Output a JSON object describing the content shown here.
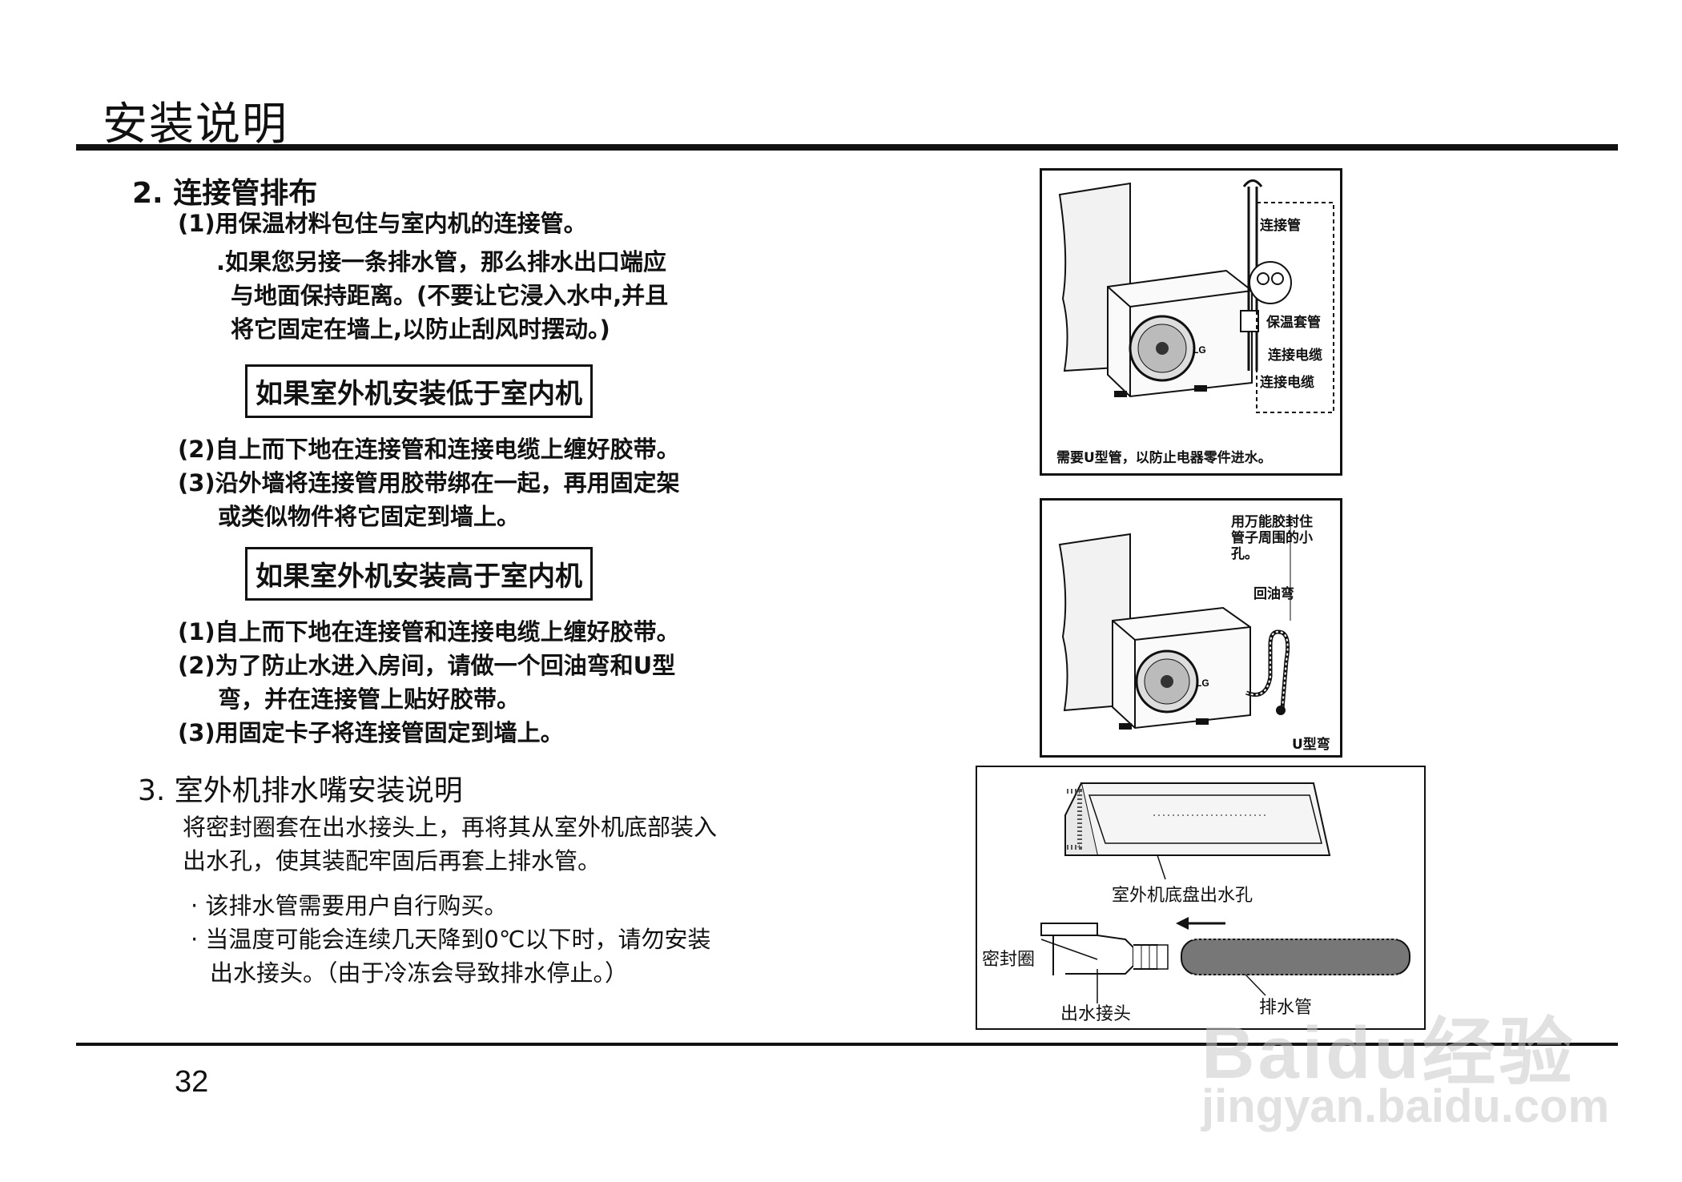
{
  "header": {
    "title": "安装说明"
  },
  "section2": {
    "heading": "2. 连接管排布",
    "item1": "(1)用保温材料包住与室内机的连接管。",
    "note_lines": [
      ".如果您另接一条排水管，那么排水出口端应",
      "与地面保持距离。(不要让它浸入水中,并且",
      "将它固定在墙上,以防止刮风时摆动。)"
    ],
    "box_low": "如果室外机安装低于室内机",
    "low_items": [
      "(2)自上而下地在连接管和连接电缆上缠好胶带。",
      "(3)沿外墙将连接管用胶带绑在一起，再用固定架",
      "或类似物件将它固定到墙上。"
    ],
    "box_high": "如果室外机安装高于室内机",
    "high_items": [
      "(1)自上而下地在连接管和连接电缆上缠好胶带。",
      "(2)为了防止水进入房间，请做一个回油弯和U型",
      "弯，并在连接管上贴好胶带。",
      "(3)用固定卡子将连接管固定到墙上。"
    ]
  },
  "section3": {
    "heading": "3.  室外机排水嘴安装说明",
    "body_lines": [
      "将密封圈套在出水接头上，再将其从室外机底部装入",
      "出水孔，使其装配牢固后再套上排水管。"
    ],
    "bullets": [
      "·  该排水管需要用户自行购买。",
      "·  当温度可能会连续几天降到0℃以下时，请勿安装",
      "出水接头。（由于冷冻会导致排水停止。）"
    ]
  },
  "figure1": {
    "labels": [
      "连接管",
      "保温套管",
      "连接电缆",
      "连接电缆"
    ],
    "caption": "需要U型管，以防止电器零件进水。"
  },
  "figure2": {
    "labels": [
      "用万能胶封住",
      "管子周围的小",
      "孔。",
      "回油弯",
      "U型弯"
    ]
  },
  "figure3": {
    "labels": [
      "室外机底盘出水孔",
      "密封圈",
      "出水接头",
      "排水管"
    ]
  },
  "footer": {
    "page_number": "32"
  },
  "watermark": {
    "line1": "Baidu经验",
    "line2": "jingyan.baidu.com"
  },
  "colors": {
    "ink": "#111111",
    "watermark": "#c8c8c8"
  }
}
